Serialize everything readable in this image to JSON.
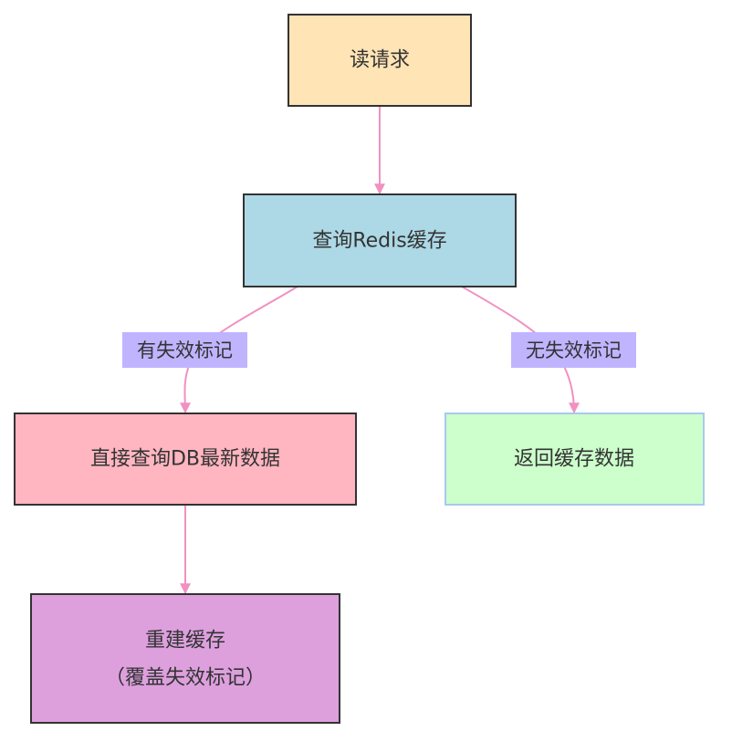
{
  "nodes": {
    "read_request": {
      "label": "读请求",
      "fill": "#FFE4B5",
      "stroke": "#333333"
    },
    "query_redis": {
      "label": "查询Redis缓存",
      "fill": "#ADD8E6",
      "stroke": "#333333"
    },
    "query_db": {
      "label": "直接查询DB最新数据",
      "fill": "#FFB6C1",
      "stroke": "#333333"
    },
    "return_cache": {
      "label": "返回缓存数据",
      "fill": "#CCFFCC",
      "stroke": "#A9C9EE"
    },
    "rebuild_cache": {
      "line1": "重建缓存",
      "line2": "（覆盖失效标记）",
      "fill": "#DDA0DD",
      "stroke": "#333333"
    }
  },
  "edges": {
    "has_invalid_mark": "有失效标记",
    "no_invalid_mark": "无失效标记"
  },
  "colors": {
    "edge_line": "#F191C1",
    "edge_label_bg": "#C0B4FF",
    "text": "#333333"
  }
}
